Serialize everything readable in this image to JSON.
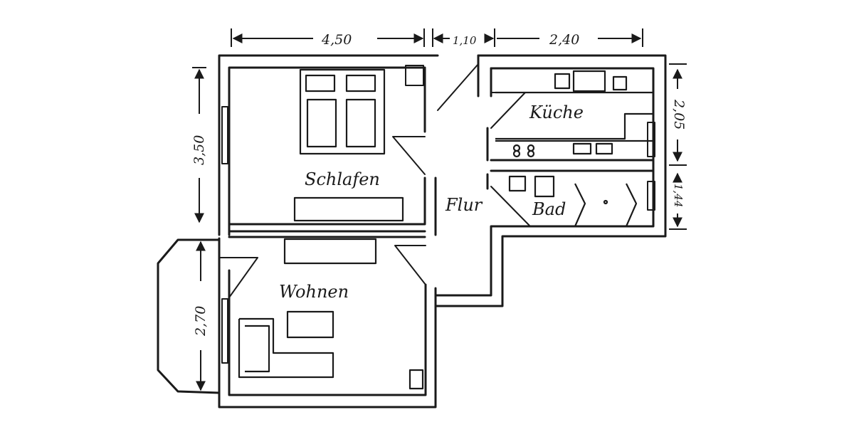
{
  "rooms": {
    "schlafen": "Schlafen",
    "kueche": "Küche",
    "flur": "Flur",
    "bad": "Bad",
    "wohnen": "Wohnen"
  },
  "dimensions": {
    "top_left": "4,50",
    "top_middle": "1,10",
    "top_right": "2,40",
    "left_upper": "3,50",
    "left_lower": "2,70",
    "right_upper": "2,05",
    "right_lower": "1,44"
  }
}
